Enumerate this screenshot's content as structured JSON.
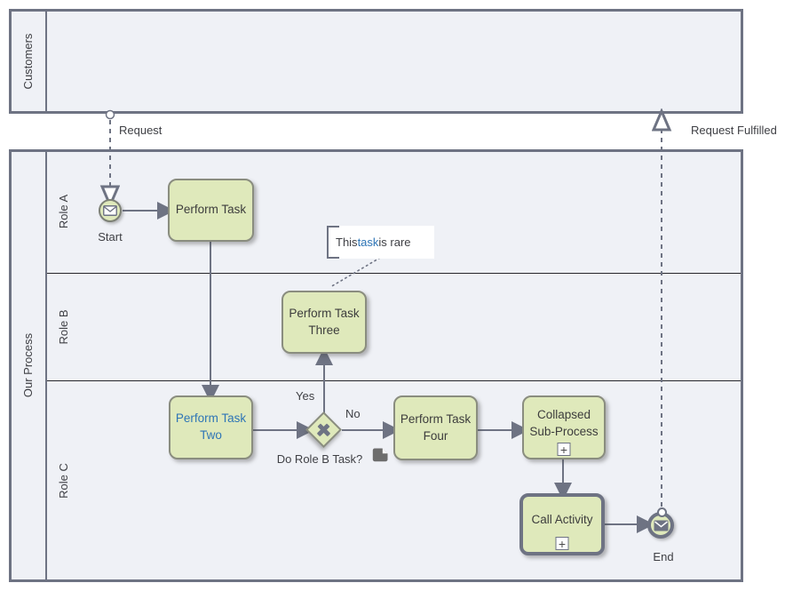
{
  "colors": {
    "pool_fill": "#eff1f6",
    "pool_stroke": "#6e7383",
    "lane_divider": "#26262b",
    "task_fill": "#dfe9bb",
    "task_stroke": "#8a8d7f",
    "flow_stroke": "#6e7383",
    "text": "#3f4045",
    "link": "#2e75b6",
    "annotation_bg": "#ffffff",
    "document_icon": "#6d6d6d"
  },
  "pools": [
    {
      "label": "Customers"
    },
    {
      "label": "Our Process",
      "lanes": [
        {
          "label": "Role A"
        },
        {
          "label": "Role B"
        },
        {
          "label": "Role C"
        }
      ]
    }
  ],
  "nodes": {
    "start_event": {
      "label": "Start",
      "type": "message-start-event"
    },
    "task_one": {
      "label": "Perform Task"
    },
    "task_two": {
      "label": "Perform Task Two",
      "is_link": true
    },
    "task_three": {
      "label": "Perform Task Three"
    },
    "task_four": {
      "label": "Perform Task Four"
    },
    "subprocess": {
      "label": "Collapsed Sub-Process",
      "marker": "+"
    },
    "call_activity": {
      "label": "Call Activity",
      "marker": "+"
    },
    "gateway": {
      "label": "Do Role B Task?",
      "type": "exclusive-gateway"
    },
    "end_event": {
      "label": "End",
      "type": "message-end-event"
    }
  },
  "flows": {
    "request": {
      "label": "Request"
    },
    "request_fulfilled": {
      "label": "Request Fulfilled"
    },
    "yes_branch": {
      "label": "Yes"
    },
    "no_branch": {
      "label": "No"
    }
  },
  "annotation": {
    "prefix": "This ",
    "link_text": "task",
    "suffix": " is rare"
  }
}
